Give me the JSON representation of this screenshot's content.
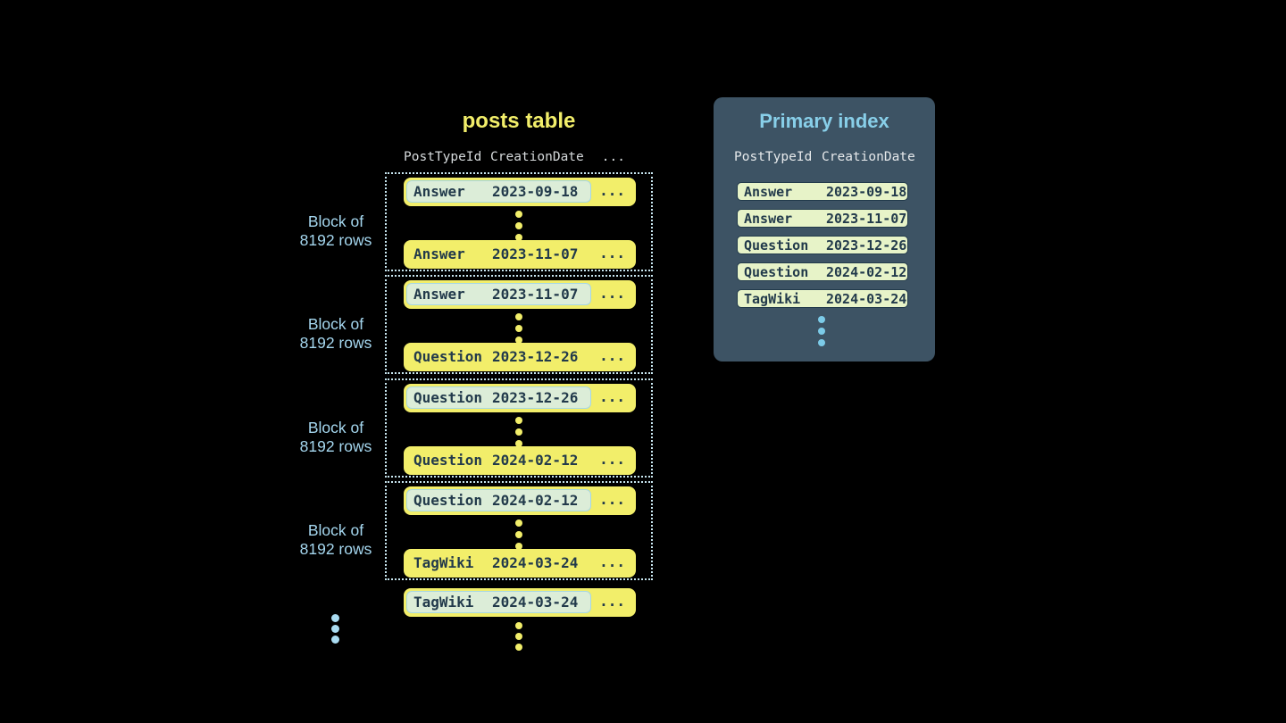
{
  "colors": {
    "background": "#000000",
    "row_yellow": "#f2ee6a",
    "navy_text": "#223a4b",
    "highlight_cell_bg": "#dcedd8",
    "highlight_cell_border": "#a6d7e3",
    "block_dotted_border": "#c8e6f0",
    "label_blue": "#a5d7ef",
    "panel_bg": "#3d5364",
    "panel_title_blue": "#88cfe9",
    "index_row_bg": "#e7f3c8",
    "index_dots_blue": "#7ccbe8",
    "header_gray": "#d6dadc"
  },
  "posts_table": {
    "title": "posts table",
    "columns": {
      "col1": "PostTypeId",
      "col2": "CreationDate",
      "more": "..."
    },
    "ellipsis": "...",
    "blocks": [
      {
        "label1": "Block of",
        "label2": "8192 rows",
        "first": {
          "type": "Answer",
          "date": "2023-09-18"
        },
        "last": {
          "type": "Answer",
          "date": "2023-11-07"
        }
      },
      {
        "label1": "Block of",
        "label2": "8192 rows",
        "first": {
          "type": "Answer",
          "date": "2023-11-07"
        },
        "last": {
          "type": "Question",
          "date": "2023-12-26"
        }
      },
      {
        "label1": "Block of",
        "label2": "8192 rows",
        "first": {
          "type": "Question",
          "date": "2023-12-26"
        },
        "last": {
          "type": "Question",
          "date": "2024-02-12"
        }
      },
      {
        "label1": "Block of",
        "label2": "8192 rows",
        "first": {
          "type": "Question",
          "date": "2024-02-12"
        },
        "last": {
          "type": "TagWiki",
          "date": "2024-03-24"
        }
      }
    ],
    "overflow_row": {
      "type": "TagWiki",
      "date": "2024-03-24"
    }
  },
  "primary_index": {
    "title": "Primary index",
    "columns": {
      "col1": "PostTypeId",
      "col2": "CreationDate"
    },
    "rows": [
      {
        "type": "Answer",
        "date": "2023-09-18"
      },
      {
        "type": "Answer",
        "date": "2023-11-07"
      },
      {
        "type": "Question",
        "date": "2023-12-26"
      },
      {
        "type": "Question",
        "date": "2024-02-12"
      },
      {
        "type": "TagWiki",
        "date": "2024-03-24"
      }
    ]
  }
}
